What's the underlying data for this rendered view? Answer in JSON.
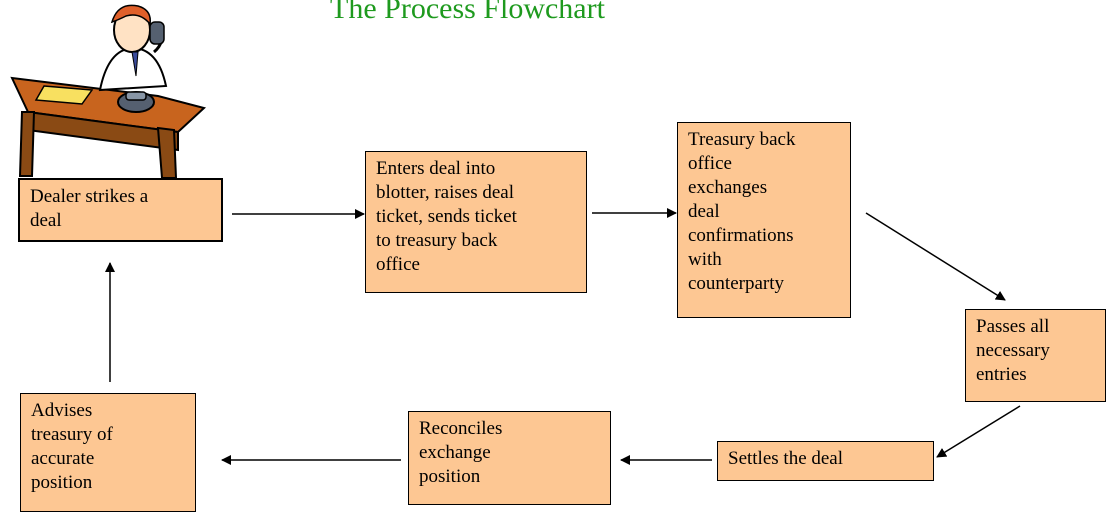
{
  "title": "The Process Flowchart",
  "steps": {
    "dealer": "Dealer strikes a\ndeal",
    "enter": "Enters deal into\nblotter, raises deal\nticket, sends ticket\nto treasury back\noffice",
    "treasury": "Treasury back\noffice\nexchanges\ndeal\nconfirmations\nwith\ncounterparty",
    "passes": "Passes all\nnecessary\nentries",
    "settles": "Settles the deal",
    "reconciles": "Reconciles\nexchange\nposition",
    "advises": "Advises\ntreasury of\naccurate\nposition"
  },
  "colors": {
    "box_fill": "#fdc793",
    "title": "#1e9a1e"
  }
}
